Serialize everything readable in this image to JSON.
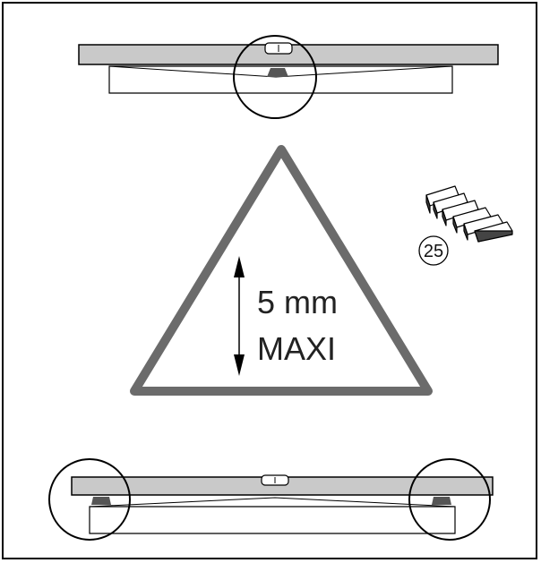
{
  "warning": {
    "line1": "5 mm",
    "line2": "MAXI"
  },
  "part": {
    "number": "25"
  },
  "colors": {
    "bar_fill": "#c9c9c9",
    "triangle_stroke": "#6b6b6b",
    "foot_fill": "#555555",
    "line": "#000000"
  }
}
